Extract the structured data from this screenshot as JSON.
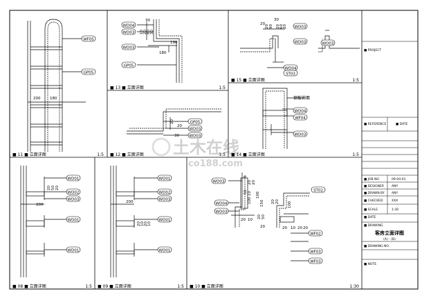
{
  "watermark": {
    "cn": "土木在线",
    "en": "co188.com"
  },
  "panels": [
    {
      "id": "11",
      "title": "立面详图",
      "scale": "1:5"
    },
    {
      "id": "12",
      "title": "立面详图",
      "scale": "1:5"
    },
    {
      "id": "13",
      "title": "立面详图",
      "scale": "1:5"
    },
    {
      "id": "14",
      "title": "立面详图",
      "scale": "1:5"
    },
    {
      "id": "15",
      "title": "立面详图",
      "scale": "1:5"
    },
    {
      "id": "08",
      "title": "立面详图",
      "scale": "1:5"
    },
    {
      "id": "09",
      "title": "立面详图",
      "scale": "1:5"
    },
    {
      "id": "10",
      "title": "立面详图",
      "scale": "1:30"
    }
  ],
  "tags": {
    "p11": [
      "WF05",
      "GP05"
    ],
    "p13": [
      "WD04",
      "WD03",
      "WD03",
      "GP05"
    ],
    "p12": [
      "GP05",
      "WD03",
      "WD03"
    ],
    "p15": [
      "WD03",
      "WD03",
      "WD03",
      "WD04",
      "ST03"
    ],
    "p14": [
      "WD04",
      "WF04",
      "WD03"
    ],
    "p14_note": "钢板饰面",
    "p08": [
      "WD01",
      "WD02",
      "WD03",
      "WD01",
      "WD01"
    ],
    "p09": [
      "WD01",
      "WD02",
      "WD03",
      "WD01",
      "WD01"
    ],
    "p10": [
      "WD03",
      "WD04",
      "WD03",
      "ST02",
      "WF02",
      "WF03",
      "WF03"
    ]
  },
  "dims": {
    "p11": [
      "200",
      "180"
    ],
    "p13": [
      "30",
      "10",
      "20",
      "80",
      "30",
      "190",
      "180"
    ],
    "p15": [
      "30",
      "20",
      "20",
      "90",
      "20",
      "60",
      "20"
    ],
    "p12": [
      "20",
      "20",
      "30"
    ],
    "p08": [
      "20",
      "50",
      "20",
      "200"
    ],
    "p09": [
      "200",
      "20",
      "10",
      "20",
      "10"
    ],
    "p10": [
      "5",
      "20",
      "20",
      "50",
      "10",
      "100",
      "100",
      "150",
      "20",
      "10",
      "20",
      "50",
      "20",
      "20",
      "20",
      "100",
      "20",
      "10",
      "20",
      "20"
    ]
  },
  "title_block": {
    "rows": [
      {
        "label": "■ PROJECT",
        "value": ""
      },
      {
        "label": "■ REFERENCE",
        "value": "■ DATE"
      },
      {
        "label": "■ JOB NO",
        "value": "09-04-01"
      },
      {
        "label": "■ DESIGNER",
        "value": "ANY"
      },
      {
        "label": "■ DRAWN BY",
        "value": "ANY"
      },
      {
        "label": "■ CHECKED",
        "value": "XXX"
      },
      {
        "label": "■ SCALE",
        "value": "1:30"
      },
      {
        "label": "■ DATE",
        "value": ""
      },
      {
        "label": "■ DRAWING",
        "value": ""
      }
    ],
    "drawing_title": "客房立面详图",
    "drawing_subtitle": "(A) - (B)",
    "drawing_no": "■ DRAWING NO",
    "notes": "■ NOTE"
  }
}
